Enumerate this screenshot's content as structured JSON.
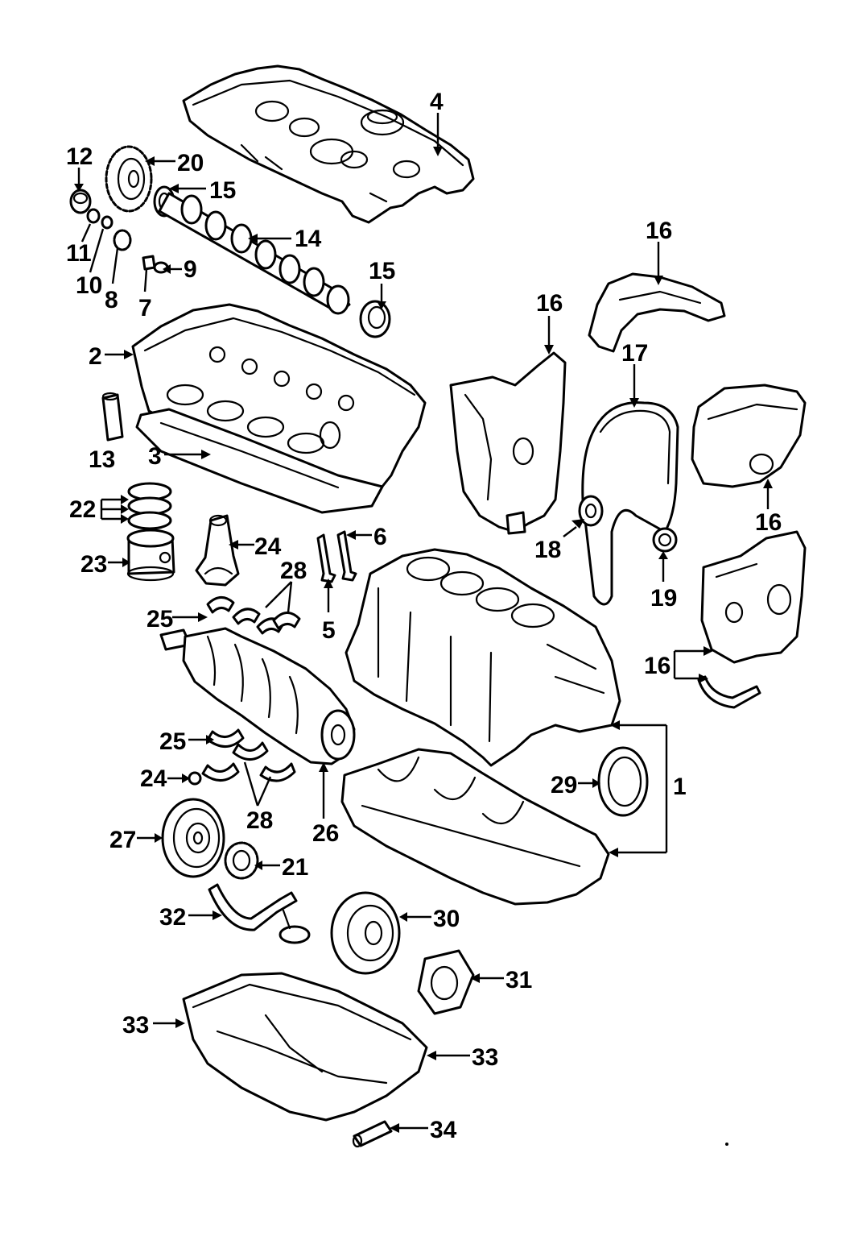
{
  "diagram": {
    "callouts": [
      {
        "id": "c1",
        "text": "1"
      },
      {
        "id": "c2",
        "text": "2"
      },
      {
        "id": "c3",
        "text": "3"
      },
      {
        "id": "c4",
        "text": "4"
      },
      {
        "id": "c5",
        "text": "5"
      },
      {
        "id": "c6",
        "text": "6"
      },
      {
        "id": "c7",
        "text": "7"
      },
      {
        "id": "c8",
        "text": "8"
      },
      {
        "id": "c9",
        "text": "9"
      },
      {
        "id": "c10",
        "text": "10"
      },
      {
        "id": "c11",
        "text": "11"
      },
      {
        "id": "c12",
        "text": "12"
      },
      {
        "id": "c13",
        "text": "13"
      },
      {
        "id": "c14",
        "text": "14"
      },
      {
        "id": "c15a",
        "text": "15"
      },
      {
        "id": "c15b",
        "text": "15"
      },
      {
        "id": "c16a",
        "text": "16"
      },
      {
        "id": "c16b",
        "text": "16"
      },
      {
        "id": "c16c",
        "text": "16"
      },
      {
        "id": "c16d",
        "text": "16"
      },
      {
        "id": "c17",
        "text": "17"
      },
      {
        "id": "c18",
        "text": "18"
      },
      {
        "id": "c19",
        "text": "19"
      },
      {
        "id": "c20",
        "text": "20"
      },
      {
        "id": "c21",
        "text": "21"
      },
      {
        "id": "c22",
        "text": "22"
      },
      {
        "id": "c23",
        "text": "23"
      },
      {
        "id": "c24a",
        "text": "24"
      },
      {
        "id": "c24b",
        "text": "24"
      },
      {
        "id": "c25a",
        "text": "25"
      },
      {
        "id": "c25b",
        "text": "25"
      },
      {
        "id": "c26",
        "text": "26"
      },
      {
        "id": "c27",
        "text": "27"
      },
      {
        "id": "c28a",
        "text": "28"
      },
      {
        "id": "c28b",
        "text": "28"
      },
      {
        "id": "c29",
        "text": "29"
      },
      {
        "id": "c30",
        "text": "30"
      },
      {
        "id": "c31",
        "text": "31"
      },
      {
        "id": "c32",
        "text": "32"
      },
      {
        "id": "c33a",
        "text": "33"
      },
      {
        "id": "c33b",
        "text": "33"
      },
      {
        "id": "c34",
        "text": "34"
      }
    ]
  }
}
